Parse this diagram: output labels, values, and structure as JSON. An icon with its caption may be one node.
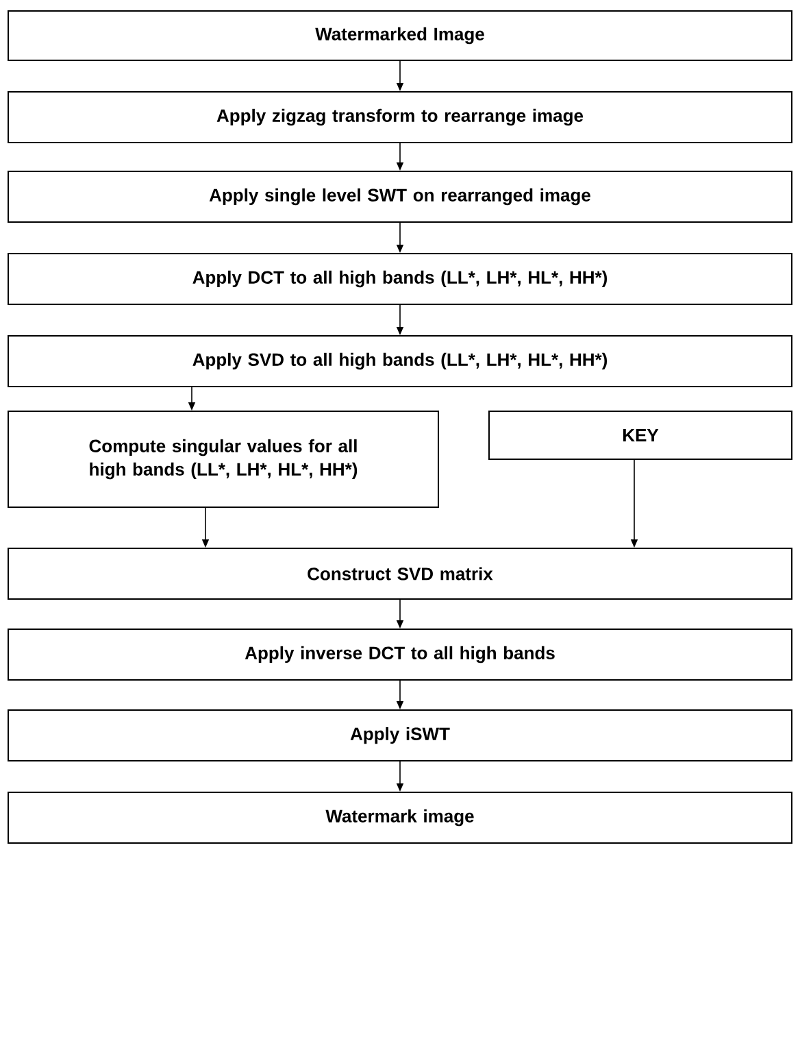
{
  "diagram": {
    "nodes": [
      {
        "text": [
          "Watermarked Image"
        ]
      },
      {
        "text": [
          "Apply zigzag transform to rearrange image"
        ]
      },
      {
        "text": [
          "Apply single level SWT on rearranged image"
        ]
      },
      {
        "text": [
          "Apply DCT to all high bands (LL*, LH*, HL*, HH*)"
        ]
      },
      {
        "text": [
          "Apply SVD to all high bands (LL*, LH*, HL*, HH*)"
        ]
      },
      {
        "text": [
          "Compute singular values for all high bands (LL*, LH*, HL*, HH*)"
        ]
      },
      {
        "text": [
          "KEY"
        ]
      },
      {
        "text": [
          "Construct SVD matrix"
        ]
      },
      {
        "text": [
          "Apply inverse DCT to all high bands"
        ]
      },
      {
        "text": [
          "Apply iSWT"
        ]
      },
      {
        "text": [
          "Watermark image"
        ]
      }
    ],
    "edges": [
      {
        "from": 0,
        "to": 1,
        "arrow": "to"
      },
      {
        "from": 1,
        "to": 2,
        "arrow": "to"
      },
      {
        "from": 2,
        "to": 3,
        "arrow": "to"
      },
      {
        "from": 3,
        "to": 4,
        "arrow": "to"
      },
      {
        "from": 4,
        "to": 5,
        "arrow": "to"
      },
      {
        "from": 5,
        "to": 7,
        "arrow": "to"
      },
      {
        "from": 6,
        "to": 7,
        "arrow": "to"
      },
      {
        "from": 7,
        "to": 8,
        "arrow": "to"
      },
      {
        "from": 8,
        "to": 9,
        "arrow": "to"
      },
      {
        "from": 9,
        "to": 10,
        "arrow": "to"
      }
    ]
  }
}
